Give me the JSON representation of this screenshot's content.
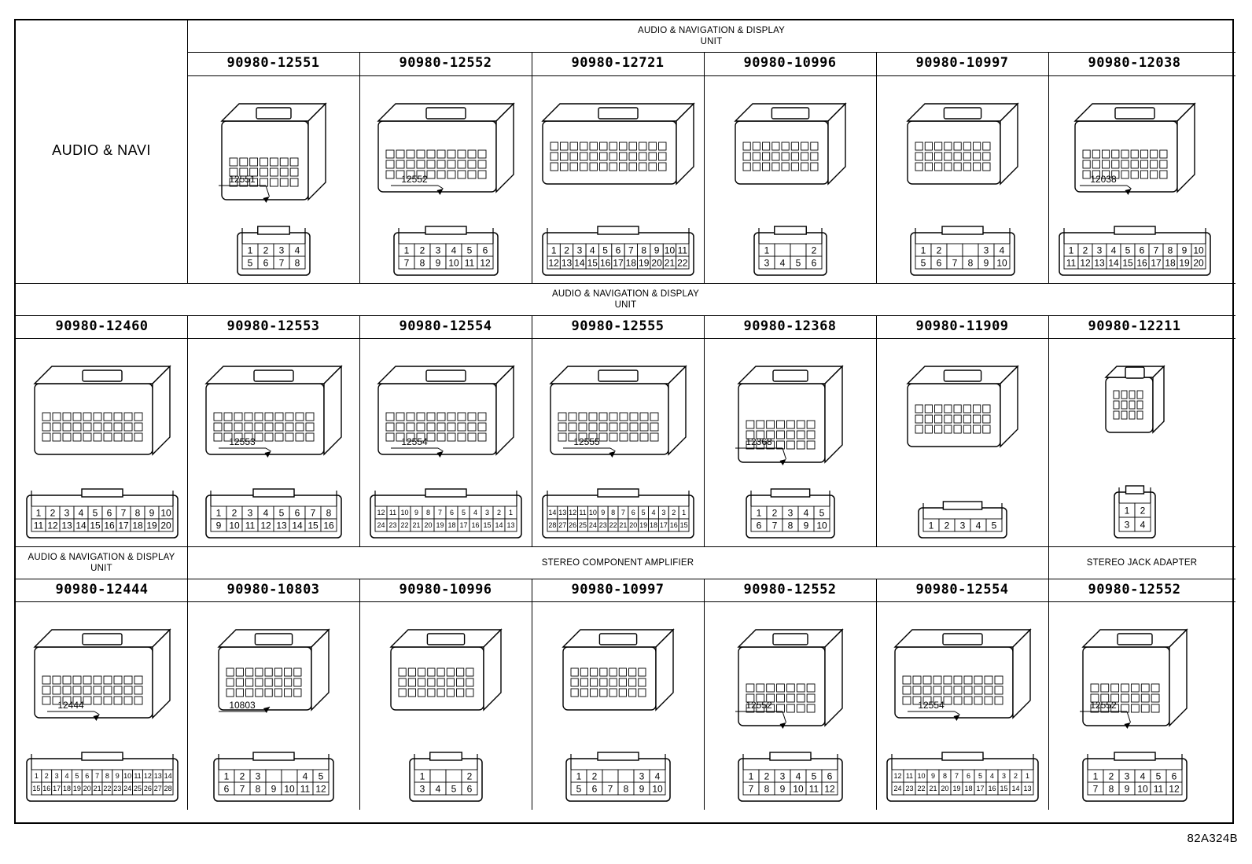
{
  "sheet_label": "82A324B",
  "rows": [
    {
      "row_title": "AUDIO & NAVI",
      "groups": [
        {
          "label": "AUDIO & NAVIGATION & DISPLAY\nUNIT"
        }
      ],
      "cells": [
        null,
        {
          "part": "90980-12551",
          "callout": "12551",
          "kind": "tall",
          "pins": [
            [
              "1",
              "2",
              "3",
              "4"
            ],
            [
              "5",
              "6",
              "7",
              "8"
            ]
          ]
        },
        {
          "part": "90980-12552",
          "callout": "12552",
          "kind": "wide",
          "pins": [
            [
              "1",
              "2",
              "3",
              "4",
              "5",
              "6"
            ],
            [
              "7",
              "8",
              "9",
              "10",
              "11",
              "12"
            ]
          ]
        },
        {
          "part": "90980-12721",
          "callout": "",
          "kind": "block",
          "pins": [
            [
              "1",
              "2",
              "3",
              "4",
              "5",
              "6",
              "7",
              "8",
              "9",
              "10",
              "11"
            ],
            [
              "12",
              "13",
              "14",
              "15",
              "16",
              "17",
              "18",
              "19",
              "20",
              "21",
              "22"
            ]
          ]
        },
        {
          "part": "90980-10996",
          "callout": "",
          "kind": "square",
          "pins": [
            [
              "1",
              "",
              "",
              "2"
            ],
            [
              "3",
              "4",
              "5",
              "6"
            ]
          ]
        },
        {
          "part": "90980-10997",
          "callout": "",
          "kind": "square",
          "pins": [
            [
              "1",
              "2",
              "",
              "",
              "3",
              "4"
            ],
            [
              "5",
              "6",
              "7",
              "8",
              "9",
              "10"
            ]
          ]
        },
        {
          "part": "90980-12038",
          "callout": "12038",
          "kind": "box",
          "pins": [
            [
              "1",
              "2",
              "3",
              "4",
              "5",
              "6",
              "7",
              "8",
              "9",
              "10"
            ],
            [
              "11",
              "12",
              "13",
              "14",
              "15",
              "16",
              "17",
              "18",
              "19",
              "20"
            ]
          ]
        }
      ]
    },
    {
      "groups": [
        {
          "label": "AUDIO & NAVIGATION & DISPLAY\nUNIT"
        }
      ],
      "cells": [
        {
          "part": "90980-12460",
          "callout": "",
          "kind": "wide",
          "pins": [
            [
              "1",
              "2",
              "3",
              "4",
              "5",
              "6",
              "7",
              "8",
              "9",
              "10"
            ],
            [
              "11",
              "12",
              "13",
              "14",
              "15",
              "16",
              "17",
              "18",
              "19",
              "20"
            ]
          ]
        },
        {
          "part": "90980-12553",
          "callout": "12553",
          "kind": "wide",
          "pins": [
            [
              "1",
              "2",
              "3",
              "4",
              "5",
              "6",
              "7",
              "8"
            ],
            [
              "9",
              "10",
              "11",
              "12",
              "13",
              "14",
              "15",
              "16"
            ]
          ]
        },
        {
          "part": "90980-12554",
          "callout": "12554",
          "kind": "wide",
          "pins": [
            [
              "12",
              "11",
              "10",
              "9",
              "8",
              "7",
              "6",
              "5",
              "4",
              "3",
              "2",
              "1"
            ],
            [
              "24",
              "23",
              "22",
              "21",
              "20",
              "19",
              "18",
              "17",
              "16",
              "15",
              "14",
              "13"
            ]
          ]
        },
        {
          "part": "90980-12555",
          "callout": "12555",
          "kind": "wide",
          "pins": [
            [
              "14",
              "13",
              "12",
              "11",
              "10",
              "9",
              "8",
              "7",
              "6",
              "5",
              "4",
              "3",
              "2",
              "1"
            ],
            [
              "28",
              "27",
              "26",
              "25",
              "24",
              "23",
              "22",
              "21",
              "20",
              "19",
              "18",
              "17",
              "16",
              "15"
            ]
          ]
        },
        {
          "part": "90980-12368",
          "callout": "12368",
          "kind": "tall",
          "pins": [
            [
              "1",
              "2",
              "3",
              "4",
              "5"
            ],
            [
              "6",
              "7",
              "8",
              "9",
              "10"
            ]
          ]
        },
        {
          "part": "90980-11909",
          "callout": "",
          "kind": "square",
          "pins": [
            [
              "1",
              "2",
              "3",
              "4",
              "5"
            ]
          ]
        },
        {
          "part": "90980-12211",
          "callout": "",
          "kind": "small",
          "pins": [
            [
              "1",
              "2"
            ],
            [
              "3",
              "4"
            ]
          ]
        }
      ]
    },
    {
      "groups": [
        {
          "label": "AUDIO & NAVIGATION & DISPLAY\nUNIT"
        },
        {
          "label": "STEREO COMPONENT AMPLIFIER"
        },
        {
          "label": "STEREO JACK ADAPTER"
        }
      ],
      "cells": [
        {
          "part": "90980-12444",
          "callout": "12444",
          "kind": "wide",
          "pins": [
            [
              "1",
              "2",
              "3",
              "4",
              "5",
              "6",
              "7",
              "8",
              "9",
              "10",
              "11",
              "12",
              "13",
              "14"
            ],
            [
              "15",
              "16",
              "17",
              "18",
              "19",
              "20",
              "21",
              "22",
              "23",
              "24",
              "25",
              "26",
              "27",
              "28"
            ]
          ]
        },
        {
          "part": "90980-10803",
          "callout": "10803",
          "kind": "square",
          "pins": [
            [
              "1",
              "2",
              "3",
              "",
              "",
              "4",
              "5"
            ],
            [
              "6",
              "7",
              "8",
              "9",
              "10",
              "11",
              "12"
            ]
          ]
        },
        {
          "part": "90980-10996",
          "callout": "",
          "kind": "square",
          "pins": [
            [
              "1",
              "",
              "",
              "2"
            ],
            [
              "3",
              "4",
              "5",
              "6"
            ]
          ]
        },
        {
          "part": "90980-10997",
          "callout": "",
          "kind": "square",
          "pins": [
            [
              "1",
              "2",
              "",
              "",
              "3",
              "4"
            ],
            [
              "5",
              "6",
              "7",
              "8",
              "9",
              "10"
            ]
          ]
        },
        {
          "part": "90980-12552",
          "callout": "12552",
          "kind": "tall",
          "pins": [
            [
              "1",
              "2",
              "3",
              "4",
              "5",
              "6"
            ],
            [
              "7",
              "8",
              "9",
              "10",
              "11",
              "12"
            ]
          ]
        },
        {
          "part": "90980-12554",
          "callout": "12554",
          "kind": "wide",
          "pins": [
            [
              "12",
              "11",
              "10",
              "9",
              "8",
              "7",
              "6",
              "5",
              "4",
              "3",
              "2",
              "1"
            ],
            [
              "24",
              "23",
              "22",
              "21",
              "20",
              "19",
              "18",
              "17",
              "16",
              "15",
              "14",
              "13"
            ]
          ]
        },
        {
          "part": "90980-12552",
          "callout": "12552",
          "kind": "tall",
          "pins": [
            [
              "1",
              "2",
              "3",
              "4",
              "5",
              "6"
            ],
            [
              "7",
              "8",
              "9",
              "10",
              "11",
              "12"
            ]
          ]
        }
      ]
    }
  ]
}
